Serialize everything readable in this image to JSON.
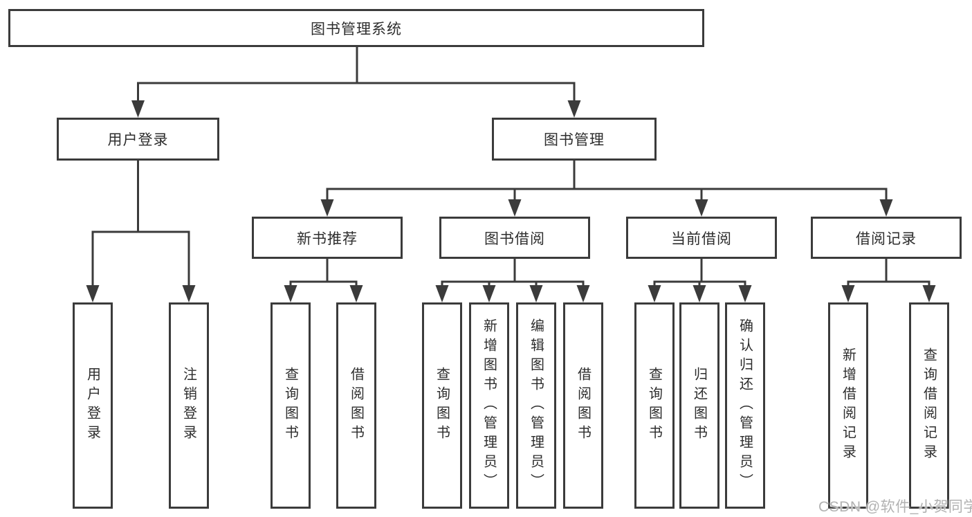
{
  "tree": {
    "label": "图书管理系统",
    "children": [
      {
        "label": "用户登录",
        "children": [
          {
            "label": "用户登录"
          },
          {
            "label": "注销登录"
          }
        ]
      },
      {
        "label": "图书管理",
        "children": [
          {
            "label": "新书推荐",
            "children": [
              {
                "label": "查询图书"
              },
              {
                "label": "借阅图书"
              }
            ]
          },
          {
            "label": "图书借阅",
            "children": [
              {
                "label": "查询图书"
              },
              {
                "label": "新增图书（管理员）"
              },
              {
                "label": "编辑图书（管理员）"
              },
              {
                "label": "借阅图书"
              }
            ]
          },
          {
            "label": "当前借阅",
            "children": [
              {
                "label": "查询图书"
              },
              {
                "label": "归还图书"
              },
              {
                "label": "确认归还（管理员）"
              }
            ]
          },
          {
            "label": "借阅记录",
            "children": [
              {
                "label": "新增借阅记录"
              },
              {
                "label": "查询借阅记录"
              }
            ]
          }
        ]
      }
    ]
  },
  "watermark": {
    "text": "CSDN @软件_小贺同学"
  },
  "colors": {
    "line": "#3b3b3b",
    "box_border": "#3b3b3b",
    "text": "#2d2d2d",
    "background": "#ffffff",
    "watermark": "#b2b2b2"
  }
}
